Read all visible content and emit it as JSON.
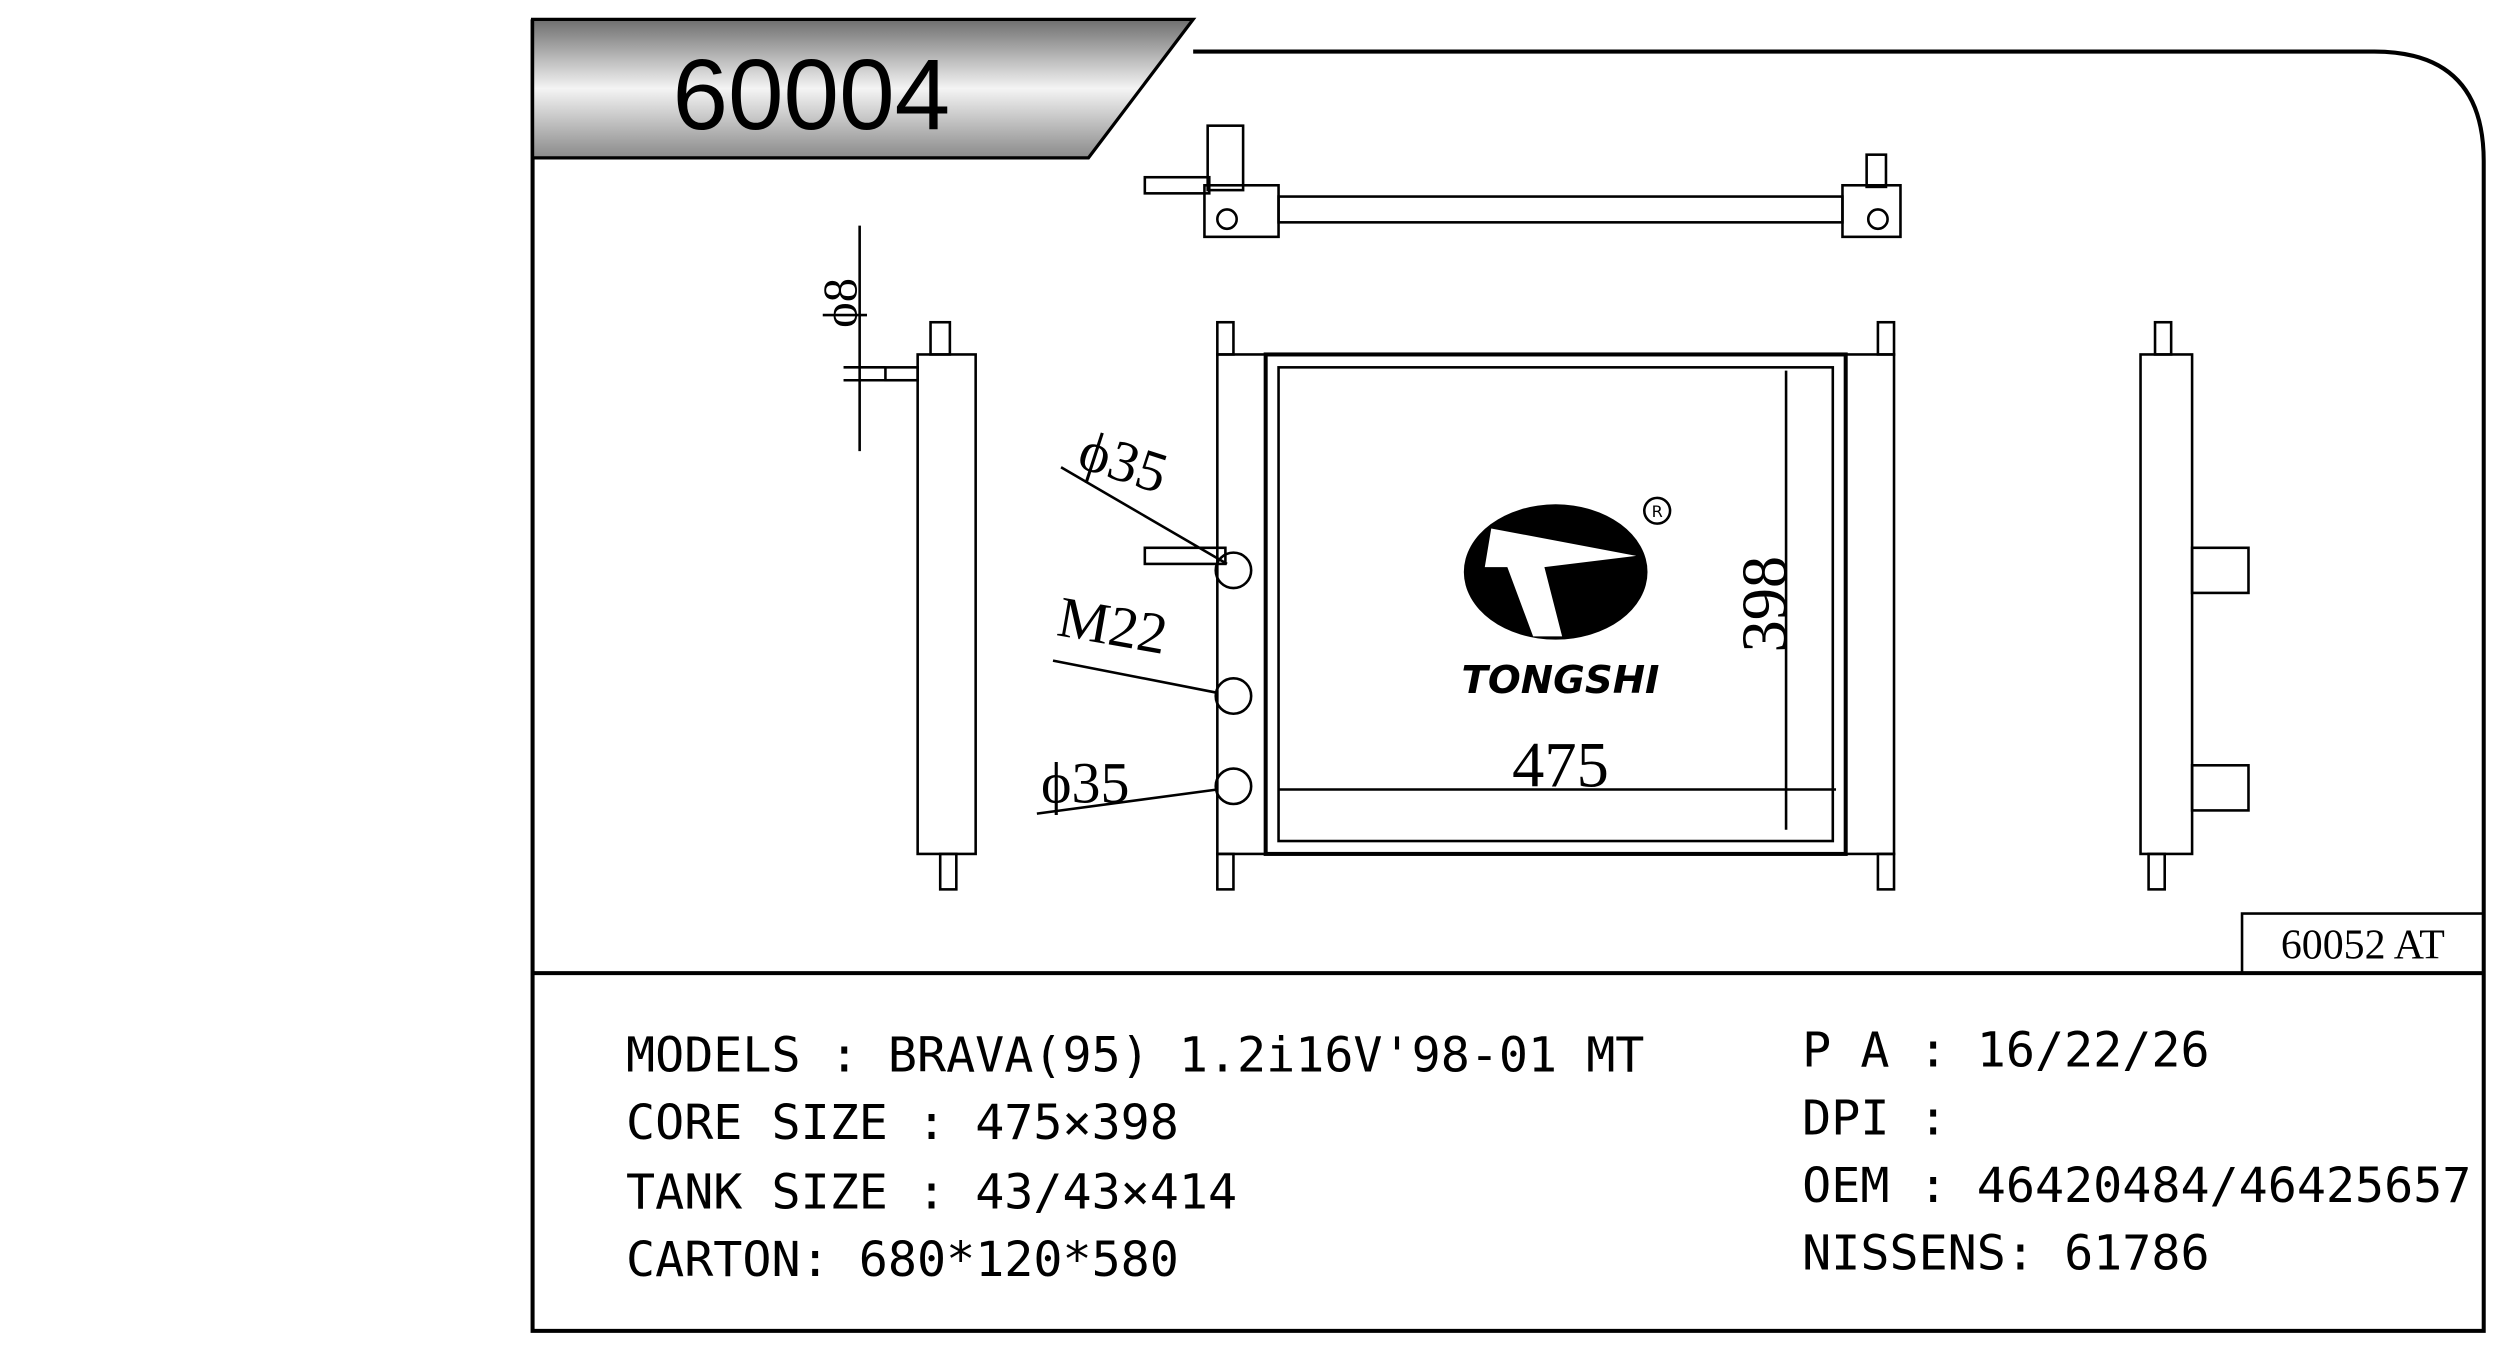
{
  "header": {
    "part_number": "60004"
  },
  "brand": {
    "logo_text": "TONGSHI",
    "registered_mark": "R"
  },
  "dimensions": {
    "width": "475",
    "height": "398",
    "inlet": "ϕ35",
    "outlet": "ϕ35",
    "thread": "M22",
    "pipe": "ϕ8"
  },
  "alt_ref": "60052 AT",
  "specs_left": [
    {
      "label": "MODELS",
      "sep": " : ",
      "value": "BRAVA(95) 1.2i16V'98-01 MT"
    },
    {
      "label": "CORE SIZE",
      "sep": " : ",
      "value": "475×398"
    },
    {
      "label": "TANK SIZE",
      "sep": " : ",
      "value": "43/43×414"
    },
    {
      "label": "CARTON",
      "sep": ": ",
      "value": "680*120*580"
    }
  ],
  "specs_right": [
    {
      "label": "P A",
      "sep": " : ",
      "value": "16/22/26"
    },
    {
      "label": "DPI",
      "sep": " : ",
      "value": ""
    },
    {
      "label": "OEM",
      "sep": " : ",
      "value": "46420484/46425657"
    },
    {
      "label": "NISSENS",
      "sep": ": ",
      "value": "61786"
    }
  ],
  "colors": {
    "line": "#000000",
    "banner_dark": "#7a7a7a",
    "banner_light": "#f2f2f2"
  }
}
